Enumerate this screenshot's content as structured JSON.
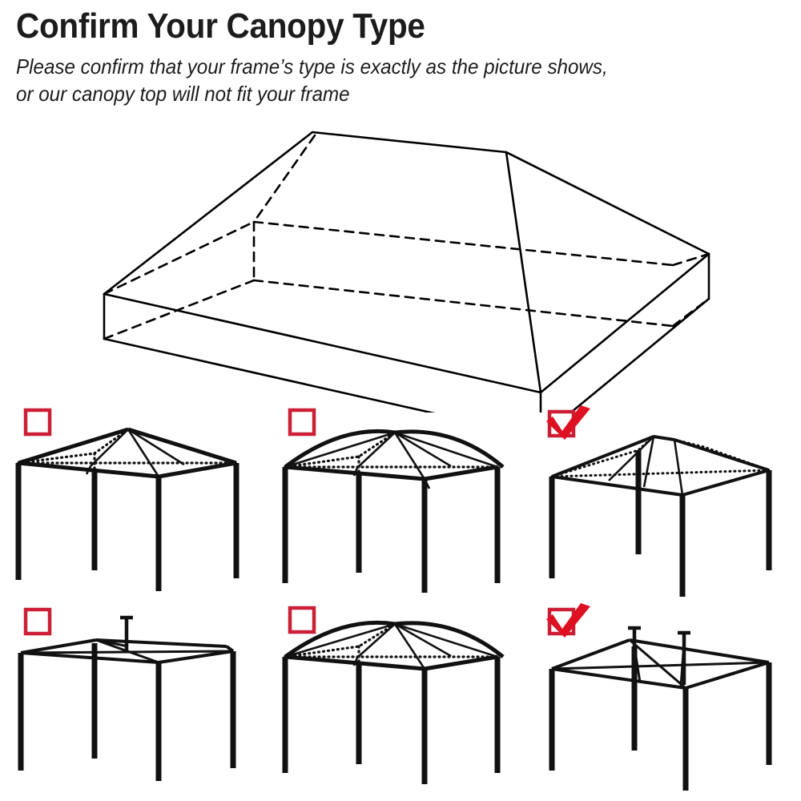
{
  "header": {
    "title": "Confirm Your Canopy Type",
    "subtitle_line1": "Please confirm that your frame’s type is exactly as the picture shows,",
    "subtitle_line2": "or our canopy top will not fit your frame"
  },
  "hero": {
    "name": "canopy-top-illustration",
    "description": "3D line drawing of a hip-roof canopy top with valance skirt",
    "line_color": "#000000",
    "hidden_line_style": "dashed"
  },
  "colors": {
    "accent_red": "#dd1122",
    "checkbox_red": "#cc1f35",
    "frame_black": "#111111",
    "text": "#1c1c1c",
    "background": "#ffffff"
  },
  "options": [
    {
      "id": "option-1",
      "position": "row1-col1",
      "roof_style": "peaked-pointed-roof",
      "mark": "unchecked",
      "mark_icon": "empty-checkbox-icon",
      "legs": 4
    },
    {
      "id": "option-2",
      "position": "row1-col2",
      "roof_style": "curved-dome-roof",
      "mark": "unchecked",
      "mark_icon": "empty-checkbox-icon",
      "legs": 4
    },
    {
      "id": "option-3",
      "position": "row1-col3",
      "roof_style": "hip-ridge-roof",
      "mark": "checked",
      "mark_icon": "red-checkmark-icon",
      "legs": 4
    },
    {
      "id": "option-4",
      "position": "row2-col1",
      "roof_style": "flat-roof-single-finial",
      "mark": "unchecked",
      "mark_icon": "empty-checkbox-icon",
      "legs": 4
    },
    {
      "id": "option-5",
      "position": "row2-col2",
      "roof_style": "curved-dome-roof",
      "mark": "unchecked",
      "mark_icon": "empty-checkbox-icon",
      "legs": 4
    },
    {
      "id": "option-6",
      "position": "row2-col3",
      "roof_style": "flat-roof-double-finial",
      "mark": "checked",
      "mark_icon": "red-checkmark-icon",
      "legs": 4
    }
  ]
}
